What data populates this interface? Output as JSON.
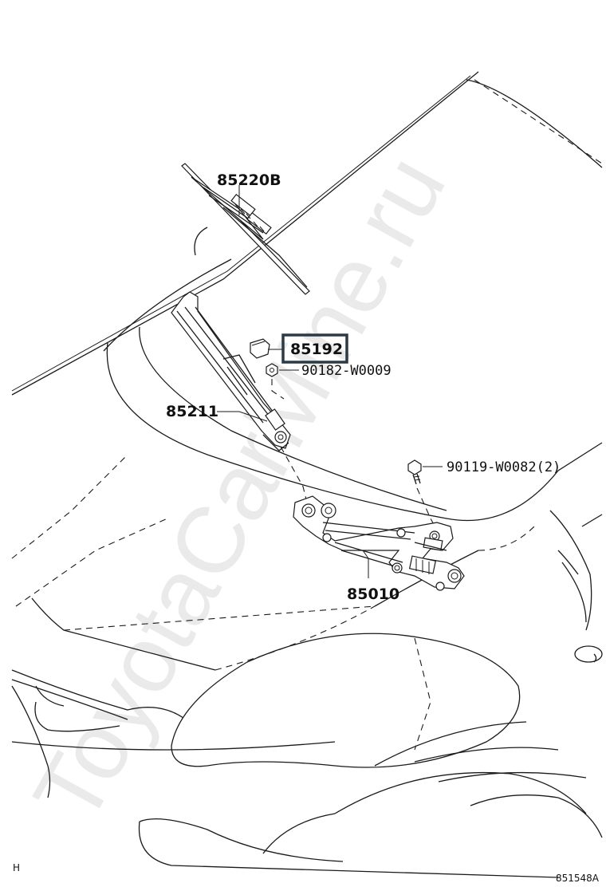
{
  "watermark": "ToyotaCarMine.ru",
  "parts": {
    "blade": "85220B",
    "cap": "85192",
    "nut": "90182-W0009",
    "arm": "85211",
    "bolt": "90119-W0082(2)",
    "link_assy": "85010"
  },
  "corner_marks": {
    "left": "H",
    "right": "851548A"
  },
  "colors": {
    "highlight_box": "#2b3a45",
    "line": "#1a1a1a",
    "watermark": "#d9d9d9"
  }
}
